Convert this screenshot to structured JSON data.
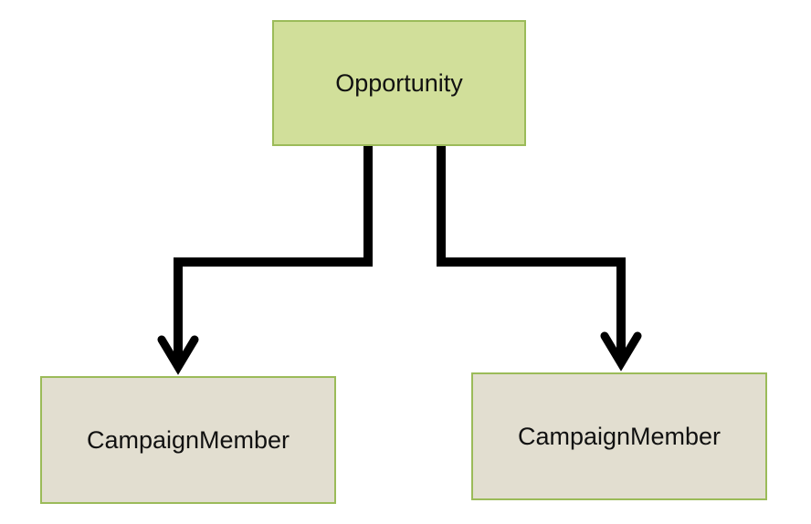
{
  "diagram": {
    "nodes": [
      {
        "id": "opportunity",
        "label": "Opportunity",
        "fill": "#d1df9a",
        "border": "#9bbb59"
      },
      {
        "id": "campaign-member-left",
        "label": "CampaignMember",
        "fill": "#e2ded0",
        "border": "#9bbb59"
      },
      {
        "id": "campaign-member-right",
        "label": "CampaignMember",
        "fill": "#e2ded0",
        "border": "#9bbb59"
      }
    ],
    "edges": [
      {
        "from": "opportunity",
        "to": "campaign-member-left"
      },
      {
        "from": "opportunity",
        "to": "campaign-member-right"
      }
    ],
    "colors": {
      "connector": "#000000",
      "background": "#ffffff"
    }
  }
}
